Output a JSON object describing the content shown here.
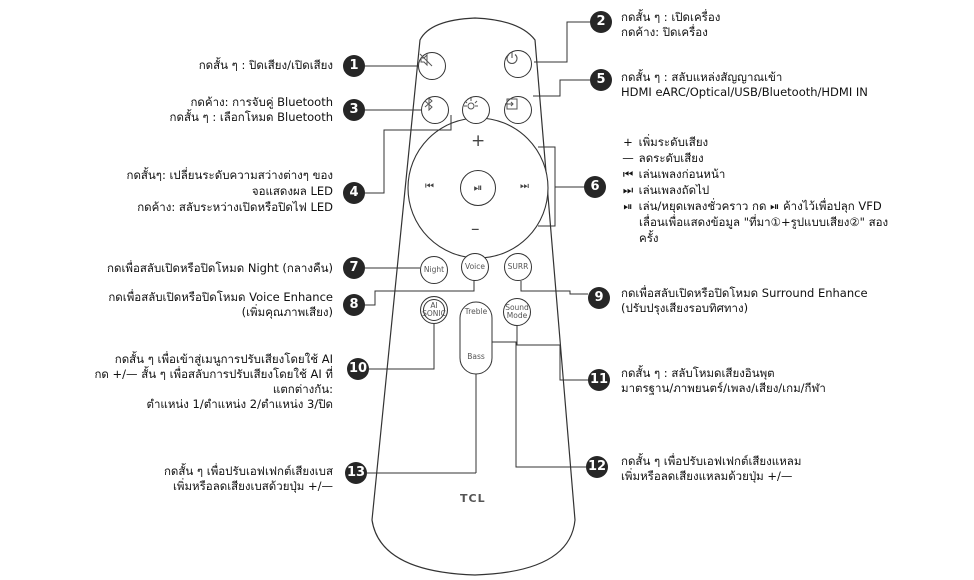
{
  "remote": {
    "brand": "TCL",
    "buttons": {
      "mute": "mute-icon",
      "power": "power-icon",
      "bluetooth": "bluetooth-icon",
      "led": "brightness-icon",
      "source": "source-input-icon",
      "vol_up_symbol": "+",
      "vol_down_symbol": "–",
      "prev_symbol": "⏮",
      "play_symbol": "⏯",
      "next_symbol": "⏭",
      "night": "Night",
      "voice": "Voice",
      "surr": "SURR",
      "ai_sonic_1": "AI",
      "ai_sonic_2": "SONIC",
      "treble": "Treble",
      "bass": "Bass",
      "sound_mode_1": "Sound",
      "sound_mode_2": "Mode"
    }
  },
  "callouts": {
    "c1": {
      "num": "1",
      "lines": [
        "กดสั้น ๆ : ปิดเสียง/เปิดเสียง"
      ]
    },
    "c2": {
      "num": "2",
      "lines": [
        "กดสั้น ๆ : เปิดเครื่อง",
        "กดค้าง: ปิดเครื่อง"
      ]
    },
    "c3": {
      "num": "3",
      "lines": [
        "กดค้าง: การจับคู่ Bluetooth",
        "กดสั้น ๆ : เลือกโหมด Bluetooth"
      ]
    },
    "c4": {
      "num": "4",
      "lines": [
        "กดสั้นๆ: เปลี่ยนระดับความสว่างต่างๆ ของ",
        "จอแสดงผล LED",
        "กดค้าง: สลับระหว่างเปิดหรือปิดไฟ LED"
      ]
    },
    "c5": {
      "num": "5",
      "lines": [
        "กดสั้น ๆ : สลับแหล่งสัญญาณเข้า",
        "HDMI eARC/Optical/USB/Bluetooth/HDMI IN"
      ]
    },
    "c6": {
      "num": "6",
      "items": [
        {
          "sym": "+",
          "text": "เพิ่มระดับเสียง"
        },
        {
          "sym": "—",
          "text": "ลดระดับเสียง"
        },
        {
          "sym": "⏮",
          "text": "เล่นเพลงก่อนหน้า"
        },
        {
          "sym": "⏭",
          "text": "เล่นเพลงถัดไป"
        },
        {
          "sym": "⏯",
          "text": "เล่น/หยุดเพลงชั่วคราว กด ⏯ ค้างไว้เพื่อปลุก VFD"
        }
      ],
      "extra": [
        "เลื่อนเพื่อแสดงข้อมูล \"ที่มา①+รูปแบบเสียง②\" สอง",
        "ครั้ง"
      ]
    },
    "c7": {
      "num": "7",
      "lines": [
        "กดเพื่อสลับเปิดหรือปิดโหมด Night (กลางคืน)"
      ]
    },
    "c8": {
      "num": "8",
      "lines": [
        "กดเพื่อสลับเปิดหรือปิดโหมด Voice Enhance",
        "(เพิ่มคุณภาพเสียง)"
      ]
    },
    "c9": {
      "num": "9",
      "lines": [
        "กดเพื่อสลับเปิดหรือปิดโหมด Surround Enhance",
        "(ปรับปรุงเสียงรอบทิศทาง)"
      ]
    },
    "c10": {
      "num": "10",
      "lines": [
        "กดสั้น ๆ เพื่อเข้าสู่เมนูการปรับเสียงโดยใช้ AI",
        "กด +/— สั้น ๆ เพื่อสลับการปรับเสียงโดยใช้ AI ที่",
        "แตกต่างกัน:",
        "ตำแหน่ง 1/ตำแหน่ง 2/ตำแหน่ง 3/ปิด"
      ]
    },
    "c11": {
      "num": "11",
      "lines": [
        "กดสั้น ๆ : สลับโหมดเสียงอินพุต",
        "มาตรฐาน/ภาพยนตร์/เพลง/เสียง/เกม/กีฬา"
      ]
    },
    "c12": {
      "num": "12",
      "lines": [
        "กดสั้น ๆ เพื่อปรับเอฟเฟกต์เสียงแหลม",
        "เพิ่มหรือลดเสียงแหลมด้วยปุ่ม +/—"
      ]
    },
    "c13": {
      "num": "13",
      "lines": [
        "กดสั้น ๆ เพื่อปรับเอฟเฟกต์เสียงเบส",
        "เพิ่มหรือลดเสียงเบสด้วยปุ่ม +/—"
      ]
    }
  }
}
